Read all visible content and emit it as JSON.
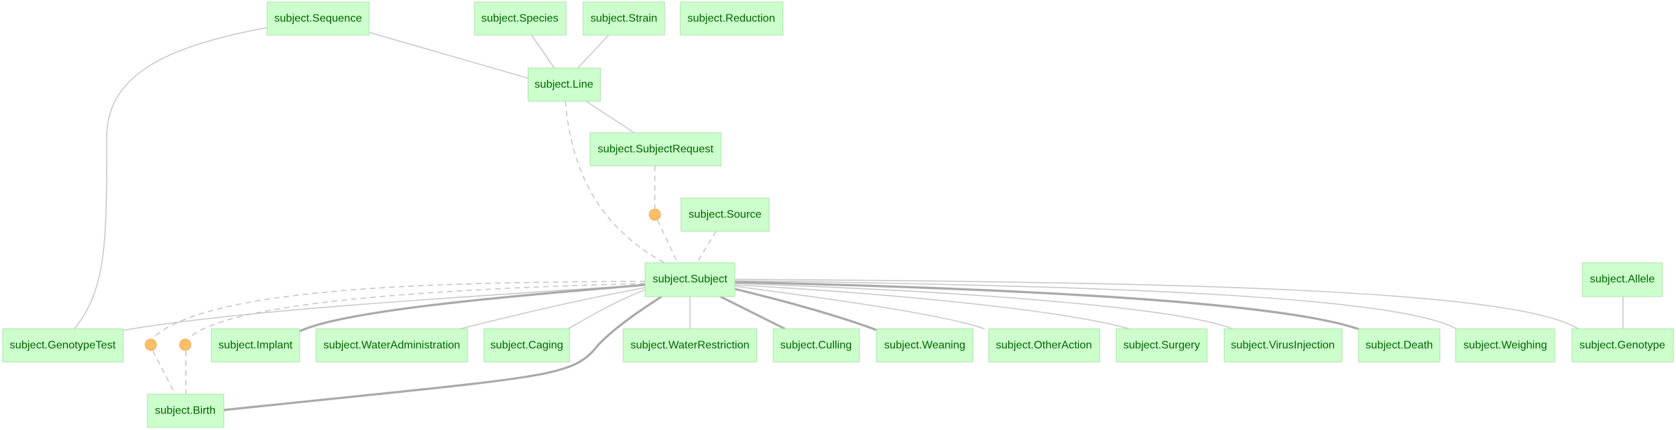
{
  "diagram": {
    "nodes": {
      "sequence": "subject.Sequence",
      "species": "subject.Species",
      "strain": "subject.Strain",
      "reduction": "subject.Reduction",
      "line": "subject.Line",
      "subject_request": "subject.SubjectRequest",
      "source": "subject.Source",
      "subject": "subject.Subject",
      "allele": "subject.Allele",
      "genotype_test": "subject.GenotypeTest",
      "implant": "subject.Implant",
      "water_administration": "subject.WaterAdministration",
      "caging": "subject.Caging",
      "water_restriction": "subject.WaterRestriction",
      "culling": "subject.Culling",
      "weaning": "subject.Weaning",
      "other_action": "subject.OtherAction",
      "surgery": "subject.Surgery",
      "virus_injection": "subject.VirusInjection",
      "death": "subject.Death",
      "weighing": "subject.Weighing",
      "genotype": "subject.Genotype",
      "birth": "subject.Birth"
    },
    "colors": {
      "node_fill": "#ccffcc",
      "node_text": "#006400",
      "edge": "#c9c9c9",
      "junction": "#ffbf66"
    }
  }
}
